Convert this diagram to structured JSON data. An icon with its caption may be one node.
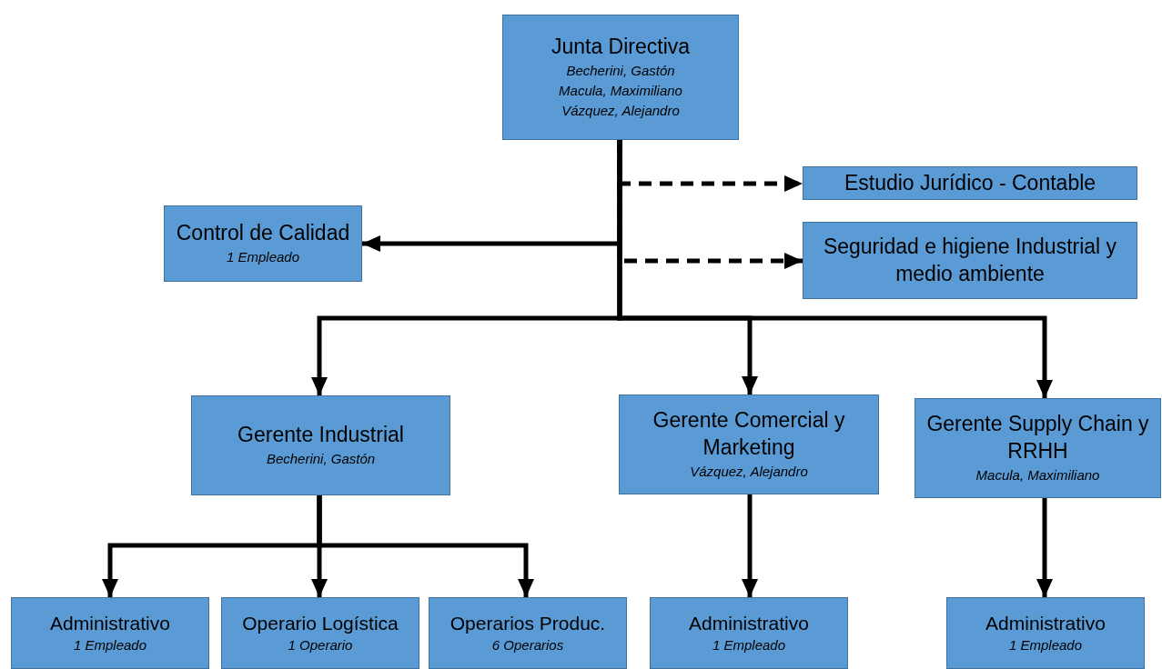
{
  "diagram": {
    "nodes": [
      {
        "text": [
          "Junta Directiva",
          "Becherini, Gastón",
          "Macula, Maximiliano",
          "Vázquez, Alejandro"
        ]
      },
      {
        "text": [
          "Estudio Jurídico - Contable"
        ]
      },
      {
        "text": [
          "Control de Calidad",
          "1 Empleado"
        ]
      },
      {
        "text": [
          "Seguridad e higiene Industrial y medio ambiente"
        ]
      },
      {
        "text": [
          "Gerente Industrial",
          "Becherini, Gastón"
        ]
      },
      {
        "text": [
          "Gerente Comercial y Marketing",
          "Vázquez, Alejandro"
        ]
      },
      {
        "text": [
          "Gerente Supply Chain y RRHH",
          "Macula, Maximiliano"
        ]
      },
      {
        "text": [
          "Administrativo",
          "1 Empleado"
        ]
      },
      {
        "text": [
          "Operario Logística",
          "1 Operario"
        ]
      },
      {
        "text": [
          "Operarios Produc.",
          "6 Operarios"
        ]
      },
      {
        "text": [
          "Administrativo",
          "1 Empleado"
        ]
      },
      {
        "text": [
          "Administrativo",
          "1 Empleado"
        ]
      }
    ],
    "edges": [
      {
        "from": 0,
        "to": 1,
        "arrow": "to",
        "style": "dashed"
      },
      {
        "from": 0,
        "to": 2,
        "arrow": "to"
      },
      {
        "from": 0,
        "to": 3,
        "arrow": "to",
        "style": "dashed"
      },
      {
        "from": 0,
        "to": 4,
        "arrow": "to"
      },
      {
        "from": 0,
        "to": 5,
        "arrow": "to"
      },
      {
        "from": 0,
        "to": 6,
        "arrow": "to"
      },
      {
        "from": 4,
        "to": 7,
        "arrow": "to"
      },
      {
        "from": 4,
        "to": 8,
        "arrow": "to"
      },
      {
        "from": 4,
        "to": 9,
        "arrow": "to"
      },
      {
        "from": 5,
        "to": 10,
        "arrow": "to"
      },
      {
        "from": 6,
        "to": 11,
        "arrow": "to"
      }
    ]
  }
}
